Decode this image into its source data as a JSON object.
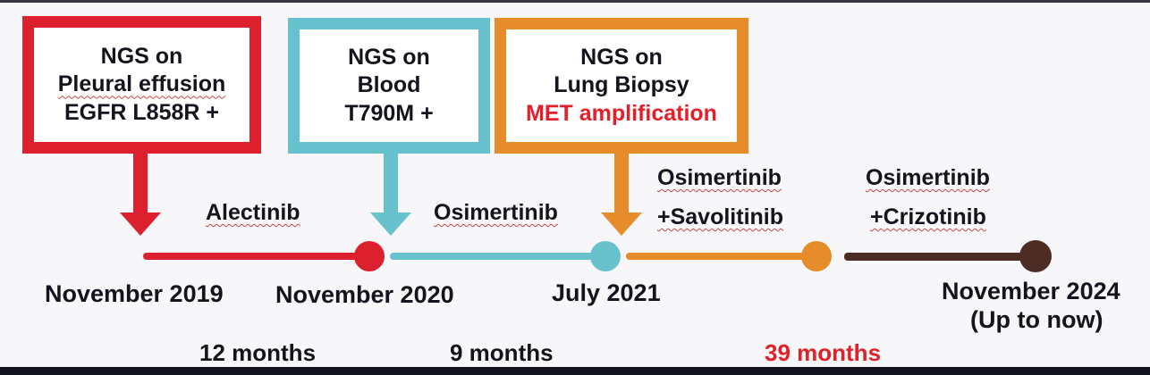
{
  "palette": {
    "red": "#dc202e",
    "teal": "#68c2cd",
    "orange": "#e68c2a",
    "brown": "#4e2c26",
    "ink": "#14141f",
    "met-red": "#e51f29",
    "dur-red": "#df2228",
    "squiggle": "#c44848",
    "bg": "#f7f6f8",
    "bar": "#14141e",
    "white": "#ffffff"
  },
  "boxes": [
    {
      "name": "pleural-effusion",
      "lines": [
        "NGS on",
        "Pleural effusion",
        "EGFR L858R +"
      ]
    },
    {
      "name": "blood",
      "lines": [
        "NGS on",
        "Blood",
        "T790M +"
      ]
    },
    {
      "name": "lung-biopsy",
      "lines": [
        "NGS on",
        "Lung Biopsy"
      ],
      "highlight": "MET amplification"
    }
  ],
  "treatments": [
    {
      "label": "Alectinib"
    },
    {
      "label": "Osimertinib"
    },
    {
      "label": "Osimertinib",
      "label2": "+Savolitinib"
    },
    {
      "label": "Osimertinib",
      "label2": "+Crizotinib"
    }
  ],
  "dates": [
    {
      "label": "November 2019"
    },
    {
      "label": "November 2020"
    },
    {
      "label": "July 2021"
    },
    {
      "label": "November 2024",
      "sub": "(Up to now)"
    }
  ],
  "durations": [
    {
      "label": "12 months"
    },
    {
      "label": "9 months"
    },
    {
      "label": "39 months"
    }
  ]
}
